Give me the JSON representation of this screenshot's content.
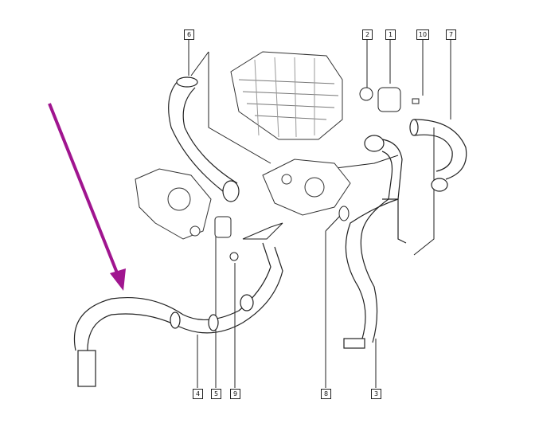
{
  "diagram": {
    "type": "exploded parts diagram - coolant hoses",
    "callouts_top": [
      "6",
      "2",
      "1",
      "10",
      "7"
    ],
    "callouts_bottom": [
      "4",
      "5",
      "9",
      "8",
      "3"
    ],
    "arrow_color": "#a0158f",
    "line_color": "#222222"
  }
}
